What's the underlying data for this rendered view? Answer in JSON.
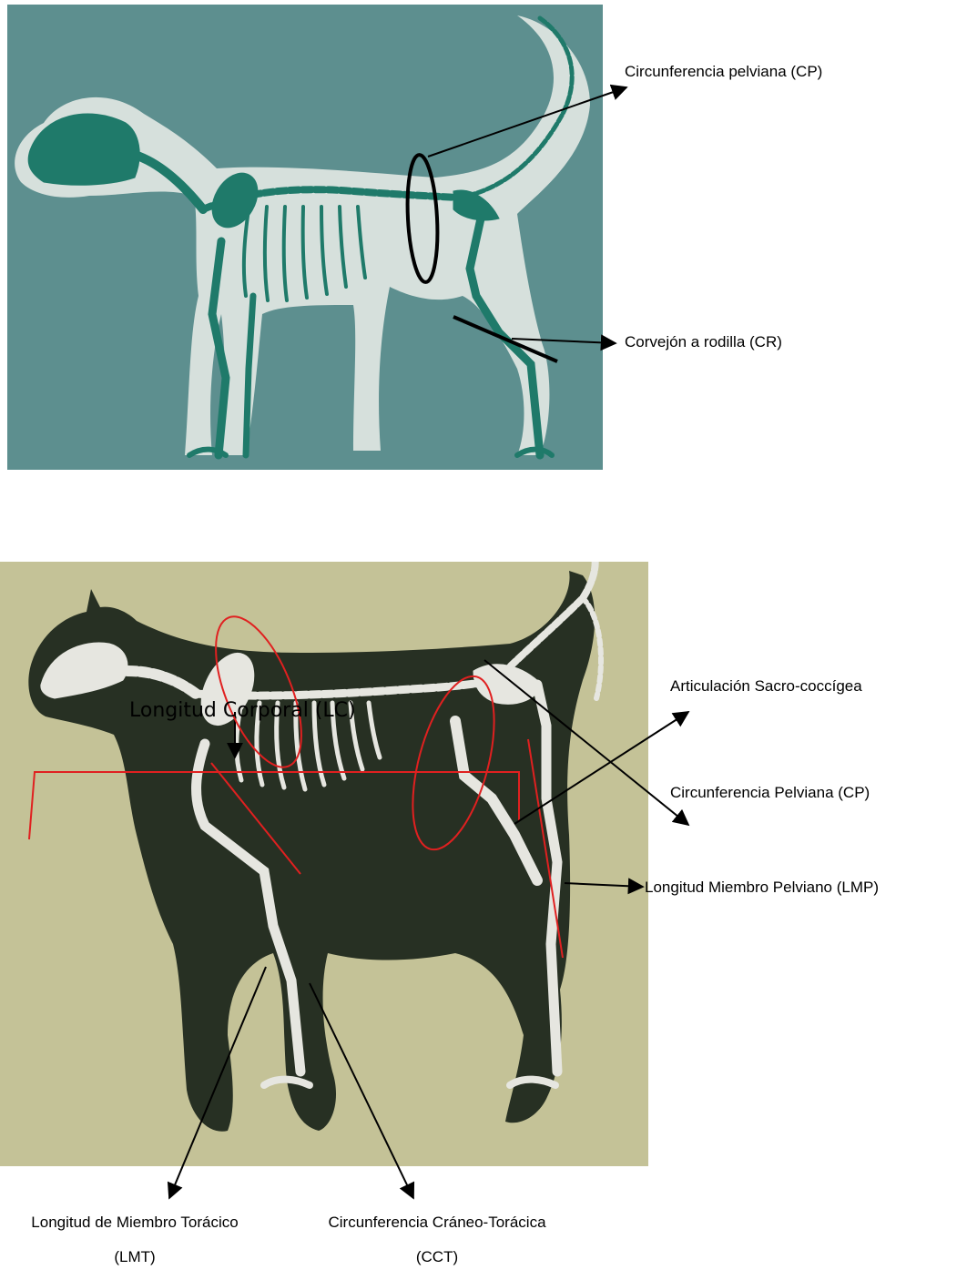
{
  "colors": {
    "dog_background": "#5d8f8f",
    "dog_silhouette": "#d6e0dc",
    "dog_bone": "#1f7a6a",
    "cat_background": "#c4c297",
    "cat_silhouette": "#273023",
    "cat_bone": "#e6e6e0",
    "annotation_red": "#e02020",
    "annotation_black": "#000000"
  },
  "dog_figure": {
    "labels": {
      "cp": "Circunferencia pelviana (CP)",
      "cr": "Corvejón a rodilla (CR)"
    }
  },
  "cat_figure": {
    "labels": {
      "lc": "Longitud Corporal (LC)",
      "sacro": "Articulación Sacro-coccígea",
      "cp": "Circunferencia Pelviana (CP)",
      "lmp": "Longitud Miembro Pelviano (LMP)",
      "lmt_line1": "Longitud de Miembro Torácico",
      "lmt_line2": "(LMT)",
      "cct_line1": "Circunferencia Cráneo-Torácica",
      "cct_line2": "(CCT)"
    }
  }
}
